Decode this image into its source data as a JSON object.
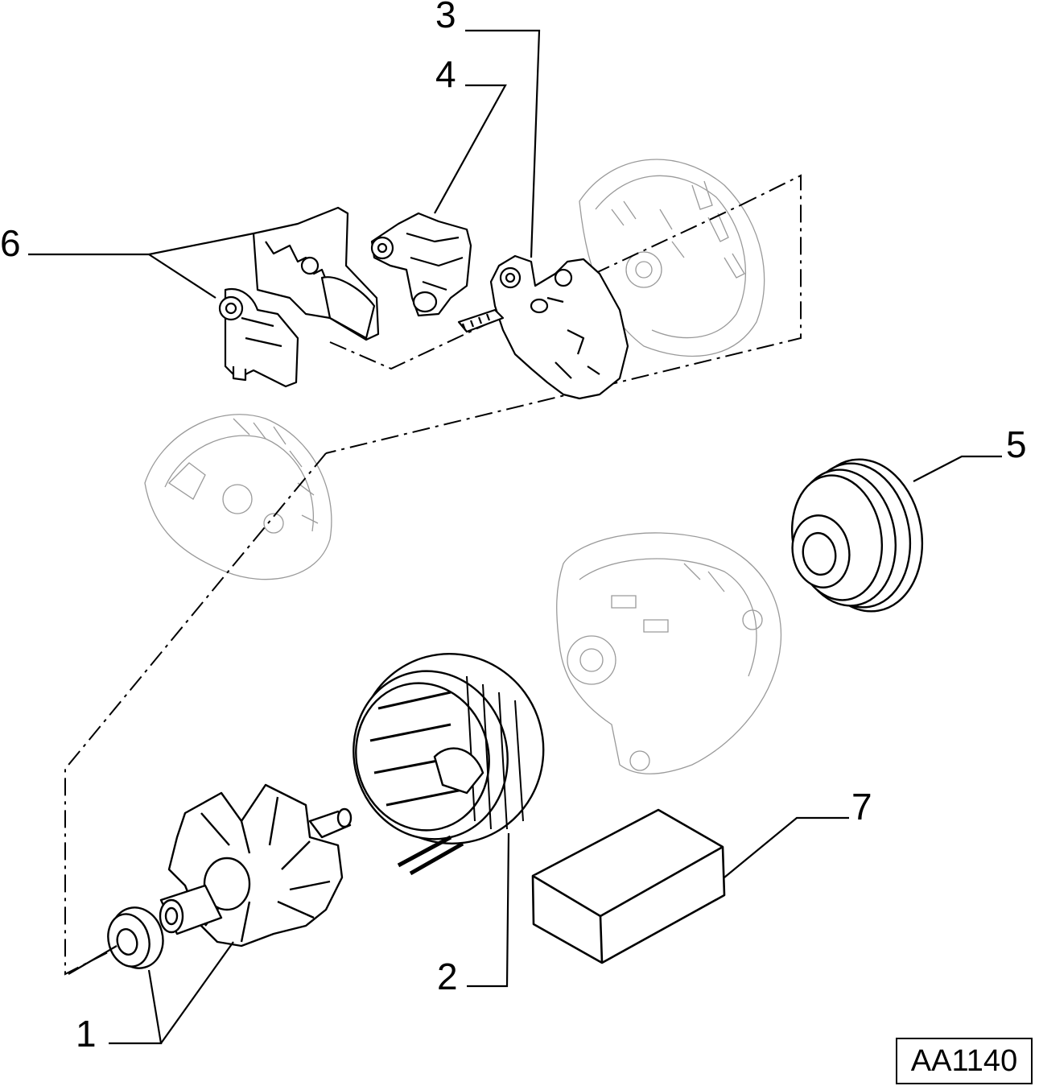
{
  "callouts": {
    "c1": "1",
    "c2": "2",
    "c3": "3",
    "c4": "4",
    "c5": "5",
    "c6": "6",
    "c7": "7"
  },
  "reference": "AA1140",
  "colors": {
    "line": "#000000",
    "ghost": "#9a9a9a"
  }
}
